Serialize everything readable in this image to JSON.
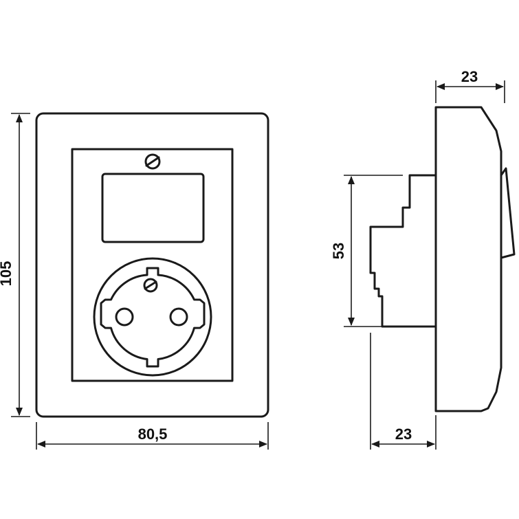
{
  "dimensions": {
    "front_height": "105",
    "front_width": "80,5",
    "side_depth_top": "23",
    "side_insert_height": "53",
    "side_depth_bottom": "23"
  },
  "colors": {
    "line": "#1a1a1a",
    "background": "#ffffff"
  }
}
